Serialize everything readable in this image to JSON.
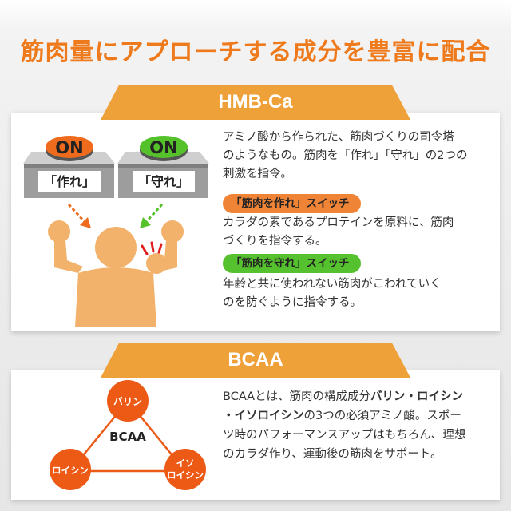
{
  "headline": "筋肉量にアプローチする成分を豊富に配合",
  "hmb": {
    "tab_label": "HMB-Ca",
    "switch_make": {
      "button_label": "ON",
      "caption": "「作れ」",
      "button_color": "#ee6a1c"
    },
    "switch_keep": {
      "button_label": "ON",
      "caption": "「守れ」",
      "button_color": "#55c12b"
    },
    "description_lines": [
      "アミノ酸から作られた、筋肉づくりの司令塔",
      "のようなもの。筋肉を「作れ」「守れ」の2つの",
      "刺激を指令。"
    ],
    "make_switch": {
      "pill_text": "「筋肉を作れ」スイッチ",
      "description_lines": [
        "カラダの素であるプロテインを原料に、筋肉",
        "づくりを指令する。"
      ]
    },
    "keep_switch": {
      "pill_text": "「筋肉を守れ」スイッチ",
      "description_lines": [
        "年齢と共に使われない筋肉がこわれていく",
        "のを防ぐように指令する。"
      ]
    }
  },
  "bcaa": {
    "tab_label": "BCAA",
    "diagram": {
      "center_label": "BCAA",
      "nodes": [
        {
          "label_lines": [
            "バリン"
          ]
        },
        {
          "label_lines": [
            "ロイシン"
          ]
        },
        {
          "label_lines": [
            "イソ",
            "ロイシン"
          ]
        }
      ],
      "node_color": "#ec5a16"
    },
    "description_lines": [
      [
        {
          "text": "BCAAとは、筋肉の構成成分",
          "bold": false
        },
        {
          "text": "バリン・ロイシン",
          "bold": true
        }
      ],
      [
        {
          "text": "・イソロイシン",
          "bold": true
        },
        {
          "text": "の3つの必須アミノ酸。スポー",
          "bold": false
        }
      ],
      [
        {
          "text": "ツ時のパフォーマンスアップはもちろん、理想",
          "bold": false
        }
      ],
      [
        {
          "text": "のカラダ作り、運動後の筋肉をサポート。",
          "bold": false
        }
      ]
    ]
  },
  "colors": {
    "accent_orange": "#efa139",
    "headline_orange": "#ee7a1c",
    "figure_orange": "#f2b26b",
    "switch_gray": "#8a8a8a"
  }
}
